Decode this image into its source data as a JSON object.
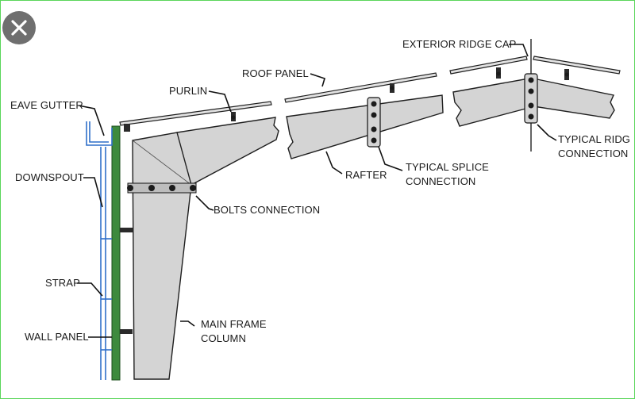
{
  "close_button": {
    "icon": "close-icon",
    "color": "#6f6f6f"
  },
  "labels": {
    "exterior_ridge_cap": "EXTERIOR RIDGE CAP",
    "roof_panel": "ROOF PANEL",
    "purlin": "PURLIN",
    "eave_gutter": "EAVE GUTTER",
    "downspout": "DOWNSPOUT",
    "bolts_connection": "BOLTS CONNECTION",
    "rafter": "RAFTER",
    "typical_splice_line1": "TYPICAL SPLICE",
    "typical_splice_line2": "CONNECTION",
    "typical_ridge_line1": "TYPICAL RIDG",
    "typical_ridge_line2": "CONNECTION",
    "strap": "STRAP",
    "wall_panel": "WALL PANEL",
    "main_frame_line1": "MAIN FRAME",
    "main_frame_line2": "COLUMN"
  },
  "colors": {
    "wall_panel": "#3d8a3d",
    "downspout": "#2f6fc9",
    "members": "#d4d4d4",
    "border": "#5ad65a"
  }
}
